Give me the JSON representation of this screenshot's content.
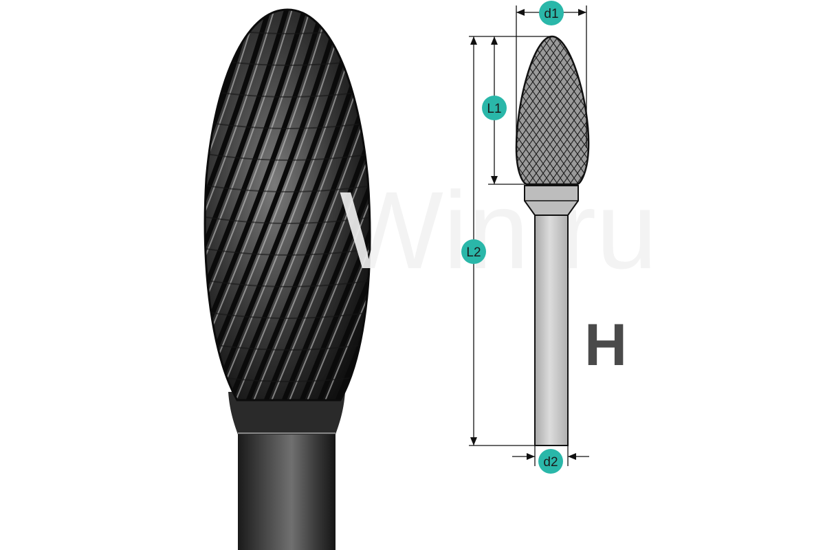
{
  "labels": {
    "d1": "d1",
    "d2": "d2",
    "L1": "L1",
    "L2": "L2",
    "type_letter": "H"
  },
  "watermark": "Win.ru",
  "colors": {
    "badge": "#2ab7a9",
    "badge_text": "#1a1a1a",
    "dim_line": "#111111",
    "type_letter": "#4a4a4a",
    "shank_fill": "#c9c9c9",
    "head_fill": "#8f8f8f",
    "photo_dark": "#1c1c1c",
    "photo_mid": "#5a5a5a",
    "photo_light": "#d8d8d8"
  }
}
